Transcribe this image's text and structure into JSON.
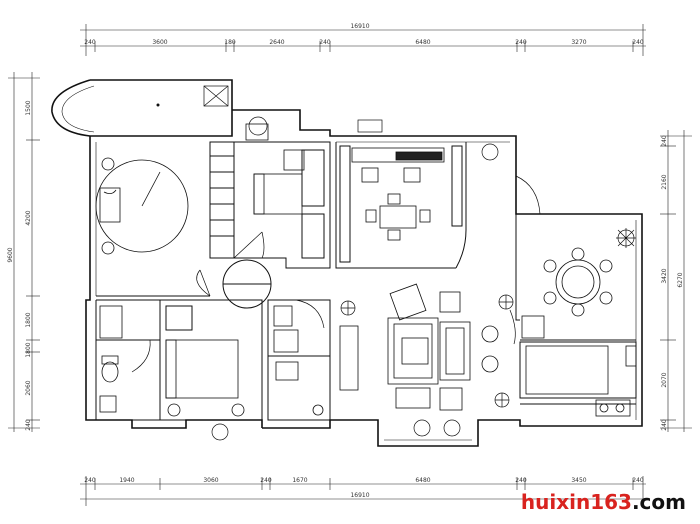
{
  "dimensions": {
    "top_overall": "16910",
    "top_segments": [
      "240",
      "3600",
      "180",
      "2640",
      "240",
      "6480",
      "240",
      "3270",
      "240"
    ],
    "bottom_overall": "16910",
    "bottom_segments": [
      "240",
      "1940",
      "3060",
      "240",
      "1670",
      "6480",
      "240",
      "3450",
      "240"
    ],
    "left_overall": "9600",
    "left_segments": [
      "1500",
      "4200",
      "1800",
      "1800",
      "2060",
      "240"
    ],
    "right_overall": "6270",
    "right_segments": [
      "240",
      "2160",
      "3420",
      "2070",
      "240"
    ]
  },
  "watermark": {
    "part1": "huixin163",
    "part2": ".com",
    "color_red": "#d9231f",
    "color_black": "#111111"
  }
}
